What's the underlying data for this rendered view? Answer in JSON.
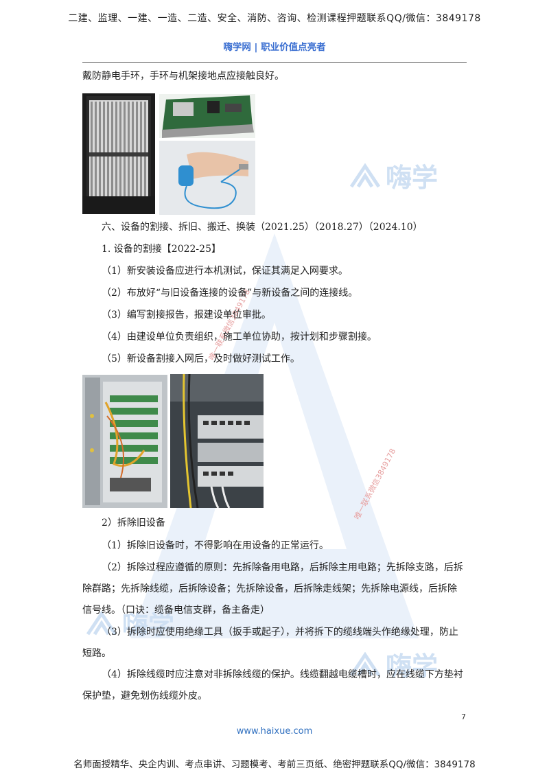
{
  "header": {
    "top_line": "二建、监理、一建、一造、二造、安全、消防、咨询、检测课程押题联系QQ/微信：3849178",
    "brand_line": "嗨学网 | 职业价值点亮者"
  },
  "body": {
    "line_intro": "戴防静电手环，手环与机架接地点应接触良好。",
    "section_six": "六、设备的割接、拆旧、搬迁、换装（2021.25）（2018.27）（2024.10）",
    "sub1_title": "1. 设备的割接【2022-25】",
    "sub1_items": [
      "（1）新安装设备应进行本机测试，保证其满足入网要求。",
      "（2）布放好“与旧设备连接的设备”与新设备之间的连接线。",
      "（3）编写割接报告，报建设单位审批。",
      "（4）由建设单位负责组织，施工单位协助，按计划和步骤割接。",
      "（5）新设备割接入网后，及时做好测试工作。"
    ],
    "sub2_title": "2）拆除旧设备",
    "sub2_item1": "（1）拆除旧设备时，不得影响在用设备的正常运行。",
    "sub2_item2_lines": [
      "（2）拆除过程应遵循的原则：先拆除备用电路，后拆除主用电路；先拆除支路，后拆",
      "除群路；先拆除线缆，后拆除设备；先拆除设备，后拆除走线架；先拆除电源线，后拆除",
      "信号线。（口诀：缆备电信支群，备主备走）"
    ],
    "sub2_item3_lines": [
      "（3）拆除时应使用绝缘工具（扳手或起子），并将拆下的缆线端头作绝缘处理，防止",
      "短路。"
    ],
    "sub2_item4_lines": [
      "（4）拆除线缆时应注意对非拆除线缆的保护。线缆翻越电缆槽时，应在线缆下方垫衬",
      "保护垫，避免划伤线缆外皮。"
    ]
  },
  "watermark": {
    "logo_text": "嗨学",
    "stamp_text": "唯一联系微信3849178"
  },
  "page_number": "7",
  "site_url": "www.haixue.com",
  "footer_text": "名师面授精华、央企内训、考点串讲、习题模考、考前三页纸、绝密押题联系QQ/微信：3849178",
  "colors": {
    "brand_blue": "#3b6fd1",
    "watermark_blue": "#cfe0f3",
    "stamp_red": "#e7a0a0"
  }
}
